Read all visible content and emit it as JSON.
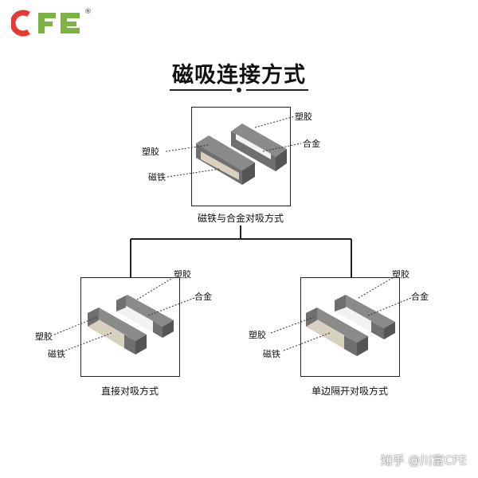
{
  "logo": {
    "text": "CFE",
    "registered": "®",
    "colors": {
      "c": "#e53935",
      "f": "#7cb342",
      "e": "#7cb342"
    }
  },
  "title": "磁吸连接方式",
  "top_diagram": {
    "caption": "磁铁与合金对吸方式",
    "labels": {
      "plastic_right": "塑胶",
      "alloy": "合金",
      "plastic_left": "塑胶",
      "magnet": "磁铁"
    }
  },
  "left_diagram": {
    "caption": "直接对吸方式",
    "labels": {
      "plastic_top": "塑胶",
      "alloy": "合金",
      "plastic_left": "塑胶",
      "magnet": "磁铁"
    }
  },
  "right_diagram": {
    "caption": "单边隔开对吸方式",
    "labels": {
      "plastic_top": "塑胶",
      "alloy": "合金",
      "plastic_left": "塑胶",
      "magnet": "磁铁"
    }
  },
  "watermark": "知乎 @川富CFE",
  "colors": {
    "plastic": "#6f6f6f",
    "magnet": "#d9d1c0",
    "alloy": "#f2f2f2",
    "line": "#222222"
  }
}
